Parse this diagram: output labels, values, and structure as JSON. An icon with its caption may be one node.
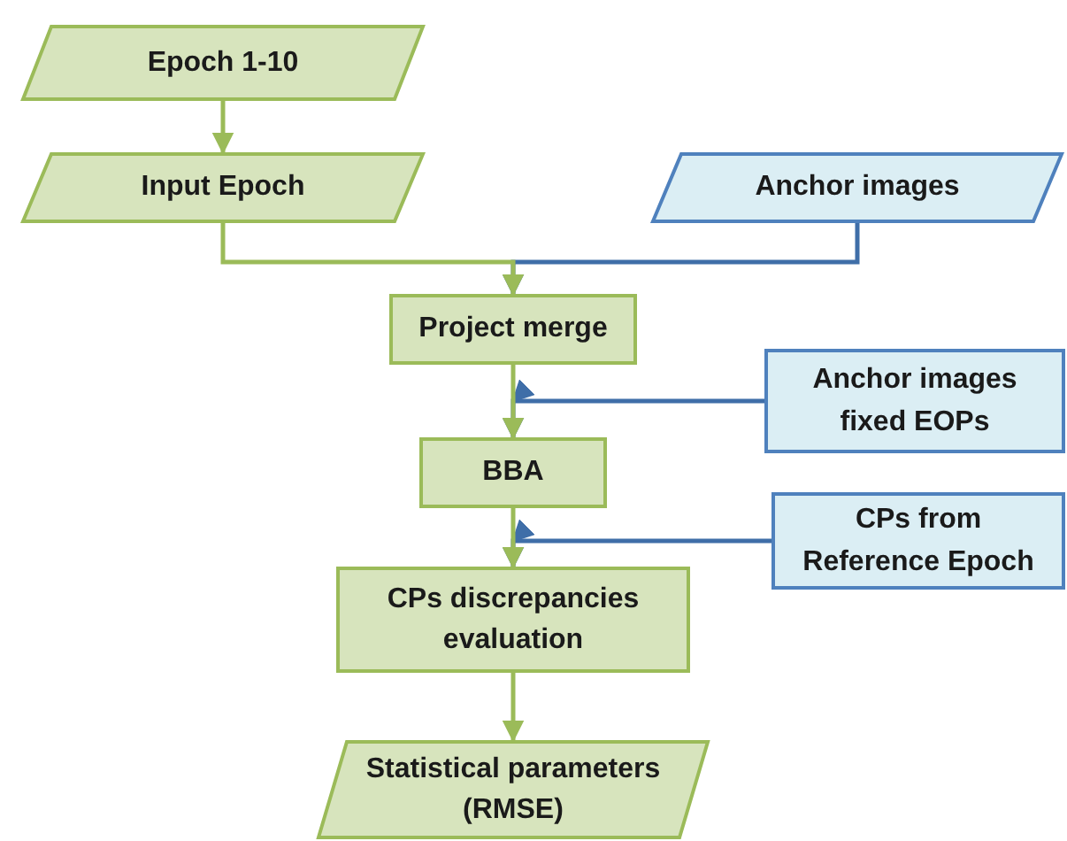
{
  "diagram": {
    "nodes": [
      {
        "text": [
          "Epoch 1-10"
        ]
      },
      {
        "text": [
          "Input Epoch"
        ]
      },
      {
        "text": [
          "Anchor images"
        ]
      },
      {
        "text": [
          "Project merge"
        ]
      },
      {
        "text": [
          "Anchor images fixed EOPs"
        ]
      },
      {
        "text": [
          "BBA"
        ]
      },
      {
        "text": [
          "CPs from Reference Epoch"
        ]
      },
      {
        "text": [
          "CPs discrepancies evaluation"
        ]
      },
      {
        "text": [
          "Statistical parameters (RMSE)"
        ]
      }
    ],
    "edges": [
      {
        "from": 0,
        "to": 1,
        "arrow": "to"
      },
      {
        "from": 1,
        "to": 3,
        "arrow": "to"
      },
      {
        "from": 2,
        "to": 3,
        "arrow": "to",
        "color": "#3f6ea8"
      },
      {
        "from": 4,
        "to": 5,
        "arrow": "to",
        "color": "#3f6ea8"
      },
      {
        "from": 3,
        "to": 5,
        "arrow": "to"
      },
      {
        "from": 5,
        "to": 7,
        "arrow": "to"
      },
      {
        "from": 6,
        "to": 7,
        "arrow": "to",
        "color": "#3f6ea8"
      },
      {
        "from": 7,
        "to": 8,
        "arrow": "to"
      }
    ]
  }
}
